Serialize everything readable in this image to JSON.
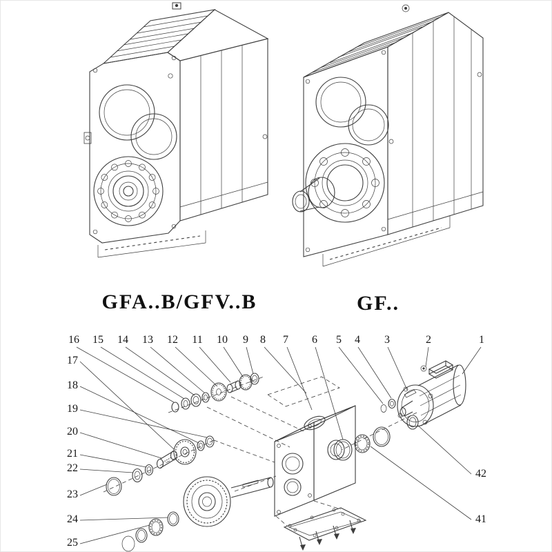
{
  "colors": {
    "background": "#ffffff",
    "line": "#3d3d3d",
    "text": "#161616"
  },
  "models": [
    {
      "id": "gfab",
      "label": "GFA..B/GFV..B"
    },
    {
      "id": "gf",
      "label": "GF.."
    }
  ],
  "exploded": {
    "top_row": [
      "16",
      "15",
      "14",
      "13",
      "12",
      "11",
      "10",
      "9",
      "8",
      "7",
      "6",
      "5",
      "4",
      "3",
      "2",
      "1"
    ],
    "left_col": [
      "17",
      "18",
      "19",
      "20",
      "21",
      "22",
      "23",
      "24",
      "25"
    ],
    "right_col": [
      "42",
      "41"
    ]
  }
}
